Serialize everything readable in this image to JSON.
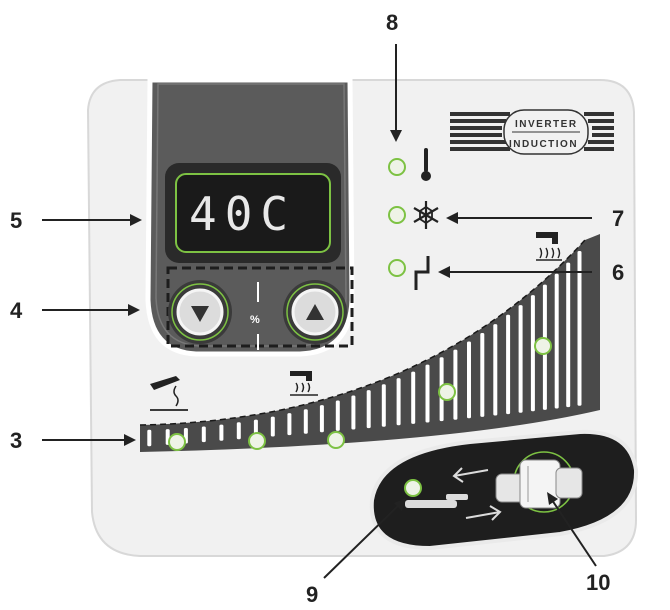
{
  "display": {
    "value": "40C",
    "unit_label": "%"
  },
  "logo": {
    "line1": "INVERTER",
    "line2": "INDUCTION"
  },
  "buttons": {
    "down": "down",
    "up": "up"
  },
  "callouts": [
    "8",
    "7",
    "6",
    "5",
    "4",
    "3",
    "9",
    "10"
  ],
  "colors": {
    "panel": "#f0f0f0",
    "display_body": "#5a5a5a",
    "led_ring": "#7dc243",
    "led_fill": "#eef3e6",
    "dark": "#2b2b2b"
  },
  "icons": [
    "thermometer-icon",
    "snowflake-icon",
    "step-icon",
    "soldering-iron-icon",
    "hot-iron-icon",
    "connector-plug-icon"
  ]
}
